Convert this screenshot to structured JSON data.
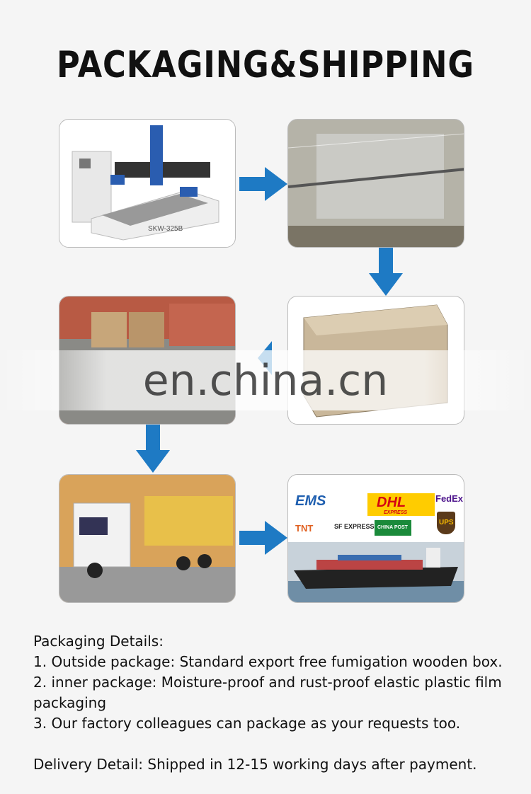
{
  "title": "PACKAGING&SHIPPING",
  "watermark": "en.china.cn",
  "panels": {
    "machine_label": "SKW-325B",
    "couriers": [
      "EMS",
      "DHL",
      "EXPRESS",
      "FedEx",
      "TNT",
      "SF EXPRESS",
      "CHINA POST",
      "UPS"
    ]
  },
  "colors": {
    "arrow": "#1e7ac4"
  },
  "details": {
    "packaging_heading": "Packaging Details",
    "lines": [
      "1. Outside package: Standard export free fumigation wooden box.",
      "2. inner package: Moisture-proof and rust-proof elastic plastic film packaging",
      "3. Our factory colleagues can package as your requests too."
    ],
    "delivery_heading": "Delivery Detail",
    "delivery_text": "Shipped in 12-15 working days after payment."
  }
}
